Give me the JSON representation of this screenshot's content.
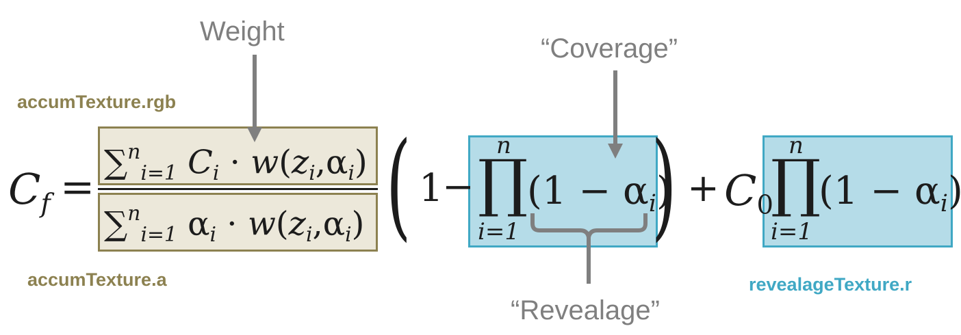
{
  "annotations": {
    "weight": "Weight",
    "coverage": "“Coverage”",
    "revealage": "“Revealage”",
    "accum_rgb": "accumTexture.rgb",
    "accum_a": "accumTexture.a",
    "revealage_r": "revealageTexture.r"
  },
  "formula": {
    "lhs_symbol": "C",
    "lhs_sub": "f",
    "equals": "=",
    "sum_symbol": "∑",
    "index_lower": "i=1",
    "index_upper": "n",
    "num_term": "C",
    "den_term": "α",
    "i_sub": "i",
    "dot": "·",
    "weight_fn": "w",
    "weight_args_open": "(",
    "z": "z",
    "comma": ",",
    "alpha": "α",
    "weight_args_close": ")",
    "one": "1",
    "minus": "−",
    "prod_symbol": "∏",
    "paren_open": "(",
    "paren_close": ")",
    "plus": "+",
    "c0": "C",
    "c0_sub": "0"
  },
  "colors": {
    "annotation_grey": "#7f7f7f",
    "olive_text": "#8c8150",
    "olive_fill": "#ece8da",
    "teal_text": "#40a8c4",
    "teal_fill": "#b5dce8",
    "math_ink": "#1c1c1c"
  }
}
